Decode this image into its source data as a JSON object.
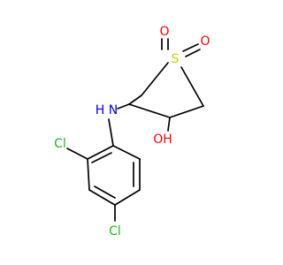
{
  "molecule": {
    "atoms": {
      "sulfur": "S",
      "oxygen_top": "O",
      "oxygen_right": "O",
      "amine": "N",
      "amine_h": "H",
      "hydroxyl": "OH",
      "hydroxyl_o": "O",
      "hydroxyl_h": "H",
      "chlorine_ortho": "Cl",
      "chlorine_para": "Cl"
    },
    "colors": {
      "sulfur": "#CCCC00",
      "oxygen": "#FF0000",
      "nitrogen": "#0000FF",
      "chlorine": "#1FB41F",
      "carbon": "#000000"
    }
  }
}
